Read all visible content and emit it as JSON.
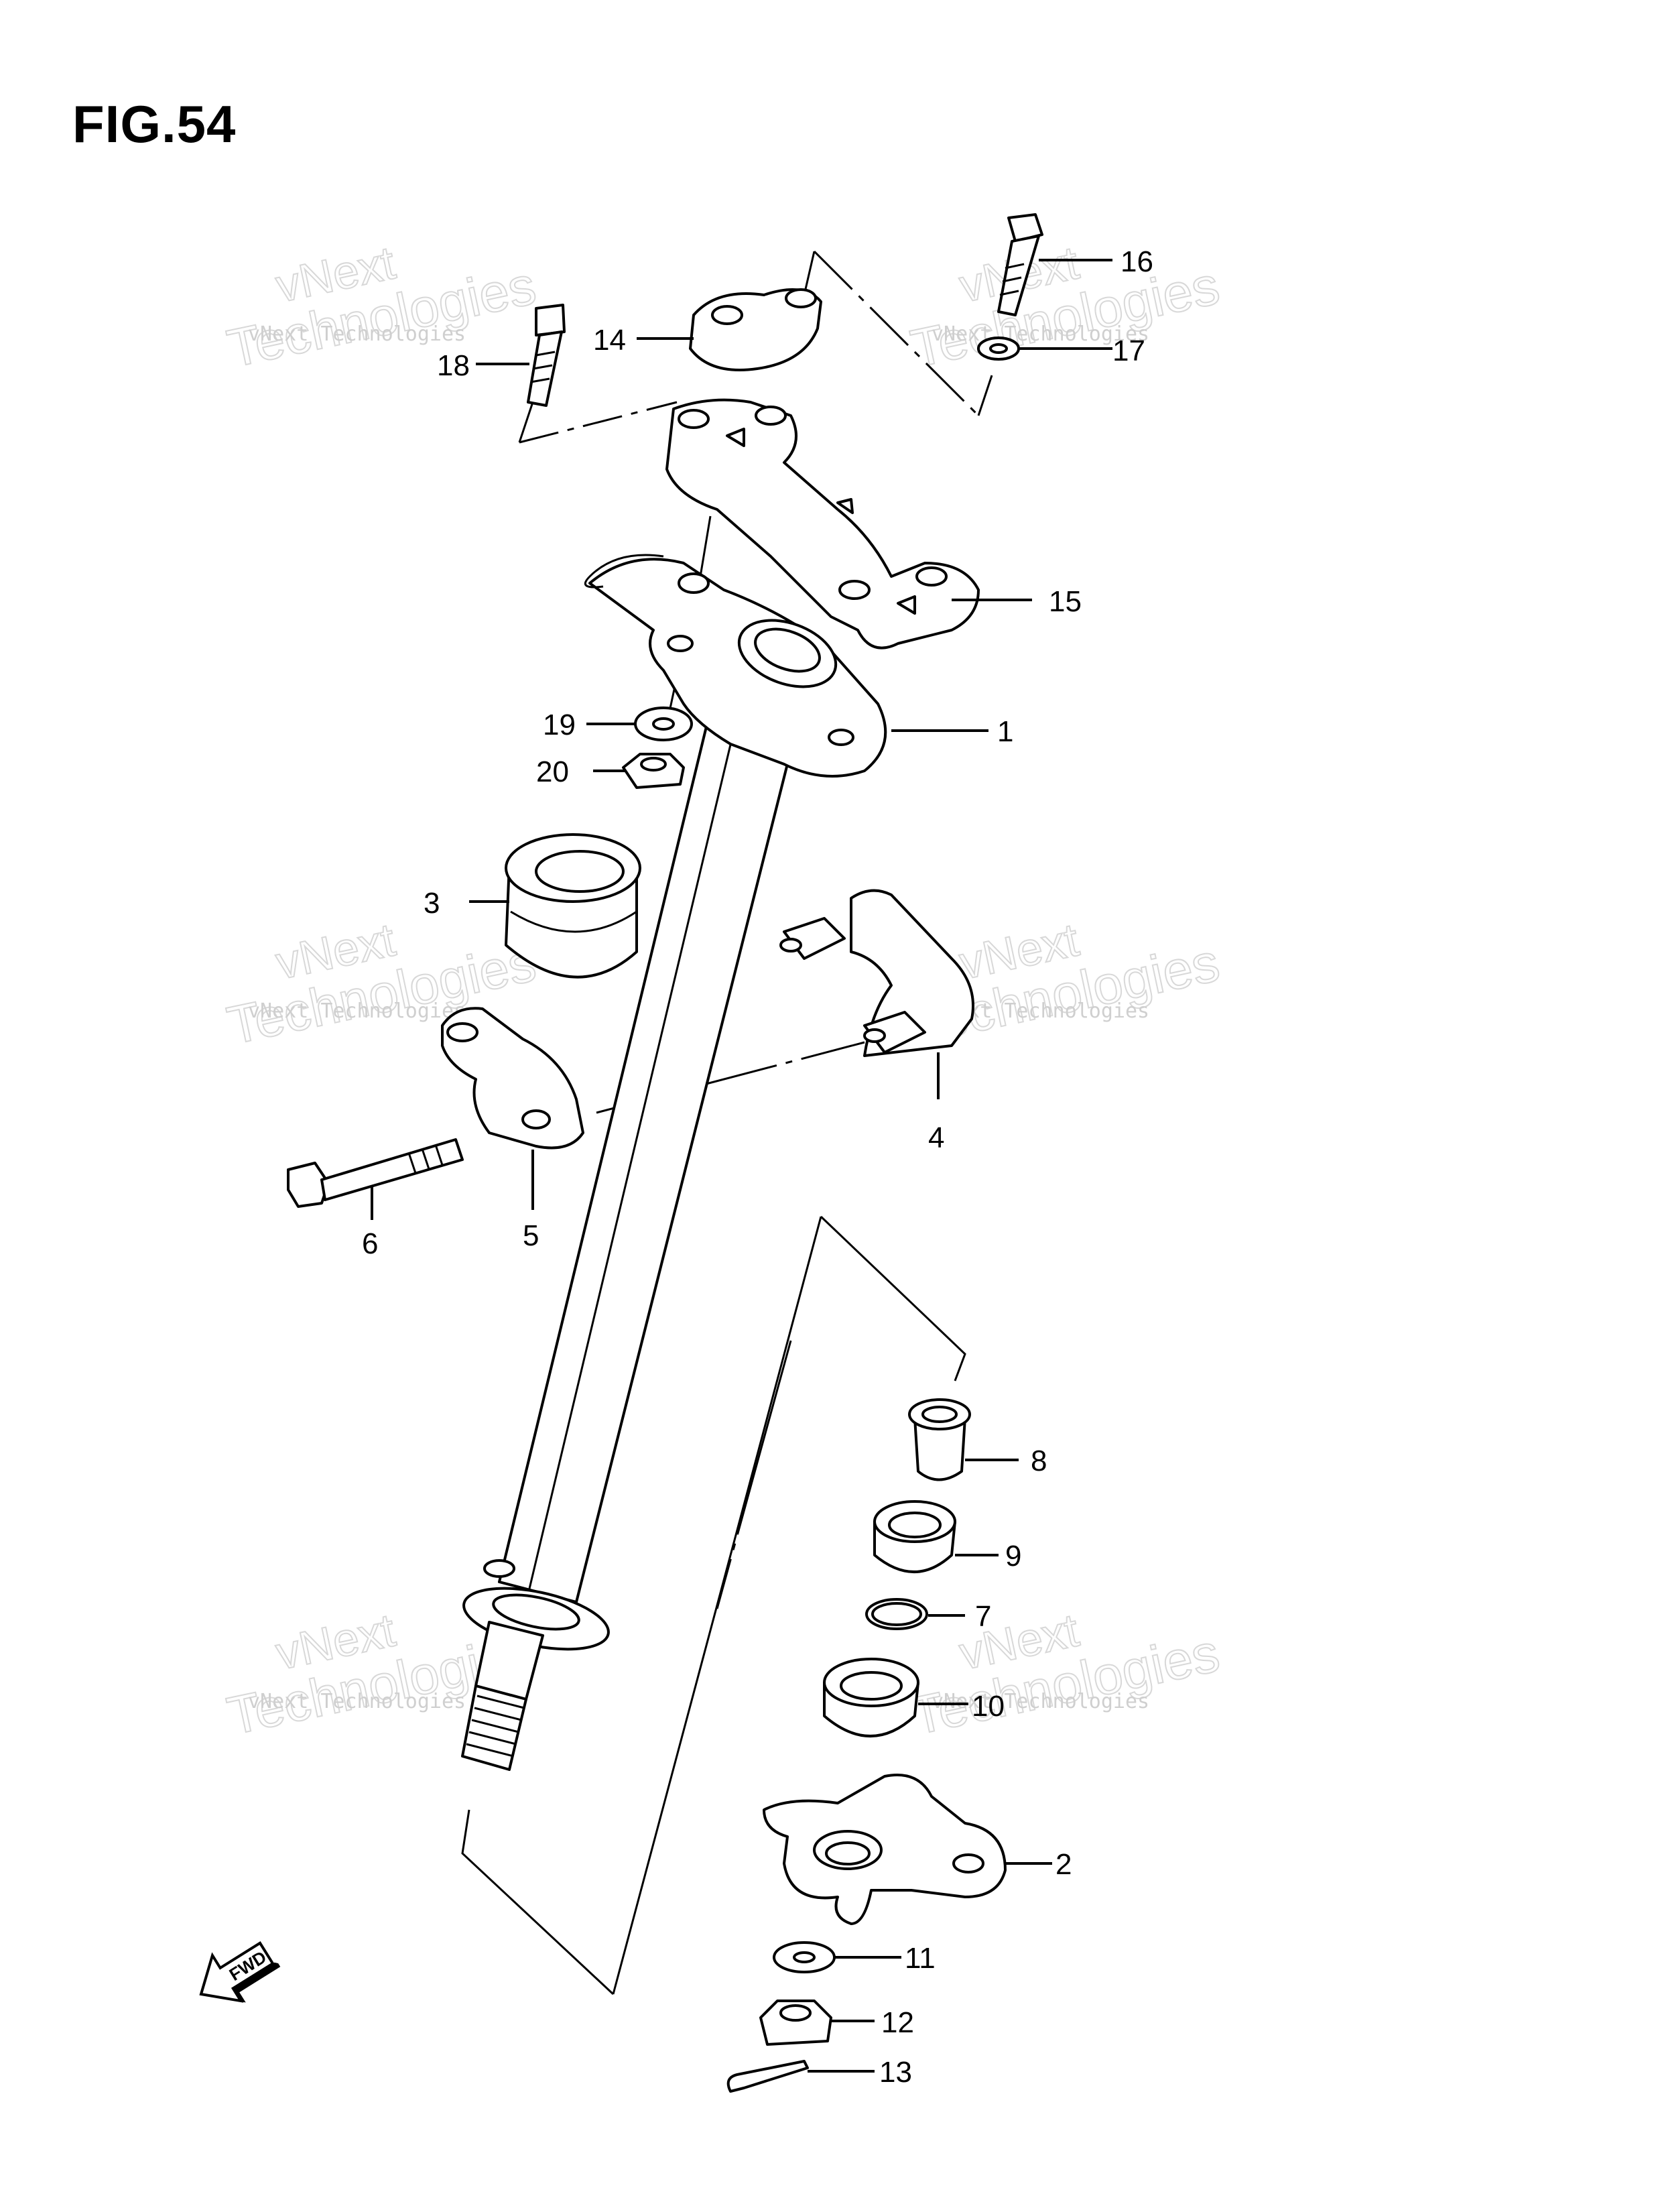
{
  "figure": {
    "title": "FIG.54"
  },
  "watermark": {
    "line1": "vNext Technologies",
    "line2": "vNext",
    "line3": "Technologies"
  },
  "callouts": [
    {
      "id": "c1",
      "label": "1"
    },
    {
      "id": "c2",
      "label": "2"
    },
    {
      "id": "c3",
      "label": "3"
    },
    {
      "id": "c4",
      "label": "4"
    },
    {
      "id": "c5",
      "label": "5"
    },
    {
      "id": "c6",
      "label": "6"
    },
    {
      "id": "c7",
      "label": "7"
    },
    {
      "id": "c8",
      "label": "8"
    },
    {
      "id": "c9",
      "label": "9"
    },
    {
      "id": "c10",
      "label": "10"
    },
    {
      "id": "c11",
      "label": "11"
    },
    {
      "id": "c12",
      "label": "12"
    },
    {
      "id": "c13",
      "label": "13"
    },
    {
      "id": "c14",
      "label": "14"
    },
    {
      "id": "c15",
      "label": "15"
    },
    {
      "id": "c16",
      "label": "16"
    },
    {
      "id": "c17",
      "label": "17"
    },
    {
      "id": "c18",
      "label": "18"
    },
    {
      "id": "c19",
      "label": "19"
    },
    {
      "id": "c20",
      "label": "20"
    }
  ],
  "fwd_arrow": {
    "label": "FWD"
  }
}
